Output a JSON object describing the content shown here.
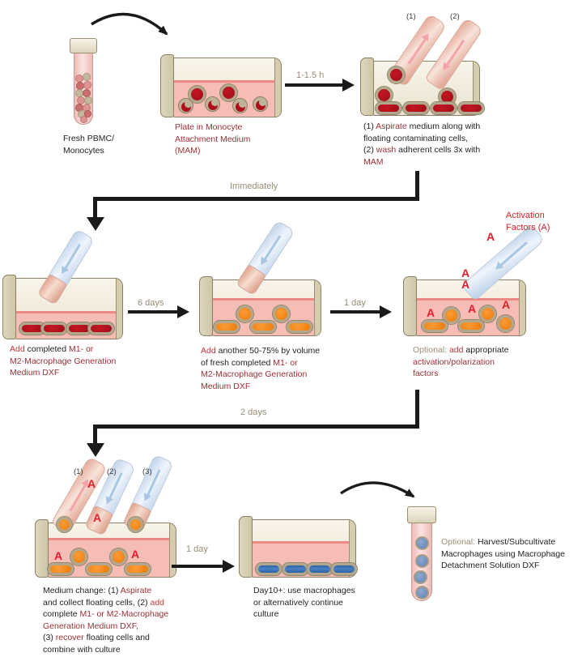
{
  "colors": {
    "maroon_text": "#9c2f35",
    "action_red": "#c5363c",
    "bright_red": "#e31e2b",
    "muted_label": "#9a8d76",
    "body_text": "#231f20",
    "dish_wall": "#d6cdb0",
    "medium_pink": "#f6bcb6",
    "cell_red": "#ae101c",
    "cell_orange": "#ee7c05",
    "cell_blue": "#2d62a6"
  },
  "timers": {
    "attach": "1-1.5 h",
    "immediately": "Immediately",
    "six_days": "6 days",
    "one_day": "1 day",
    "two_days": "2 days",
    "one_day_b": "1 day"
  },
  "tags": {
    "w1": "(1)",
    "w2": "(2)",
    "m1": "(1)",
    "m2": "(2)",
    "m3": "(3)"
  },
  "activation_letter": "A",
  "labels": {
    "fresh_pbmc": {
      "lines": [
        [
          {
            "t": "Fresh PBMC/",
            "c": "k"
          }
        ],
        [
          {
            "t": "Monocytes",
            "c": "k"
          }
        ]
      ]
    },
    "plate_mam": {
      "lines": [
        [
          {
            "t": "Plate in Monocyte",
            "c": "m"
          }
        ],
        [
          {
            "t": "Attachment Medium",
            "c": "m"
          }
        ],
        [
          {
            "t": "(MAM)",
            "c": "m"
          }
        ]
      ]
    },
    "wash_steps": {
      "lines": [
        [
          {
            "t": "(1) ",
            "c": "k"
          },
          {
            "t": "Aspirate",
            "c": "m"
          },
          {
            "t": " medium along with",
            "c": "k"
          }
        ],
        [
          {
            "t": "floating contaminating cells,",
            "c": "k"
          }
        ],
        [
          {
            "t": "(2) ",
            "c": "k"
          },
          {
            "t": "wash",
            "c": "m"
          },
          {
            "t": " adherent cells 3x with",
            "c": "k"
          }
        ],
        [
          {
            "t": "MAM",
            "c": "m"
          }
        ]
      ]
    },
    "add_medium": {
      "lines": [
        [
          {
            "t": "Add",
            "c": "r"
          },
          {
            "t": " completed ",
            "c": "k"
          },
          {
            "t": "M1- or",
            "c": "m"
          }
        ],
        [
          {
            "t": "M2-Macrophage Generation",
            "c": "m"
          }
        ],
        [
          {
            "t": "Medium DXF",
            "c": "m"
          }
        ]
      ]
    },
    "add_more_medium": {
      "lines": [
        [
          {
            "t": "Add",
            "c": "r"
          },
          {
            "t": " another 50-75% by volume",
            "c": "k"
          }
        ],
        [
          {
            "t": "of fresh completed ",
            "c": "k"
          },
          {
            "t": "M1- or",
            "c": "m"
          }
        ],
        [
          {
            "t": "M2-Macrophage Generation",
            "c": "m"
          }
        ],
        [
          {
            "t": "Medium DXF",
            "c": "m"
          }
        ]
      ]
    },
    "optional_activation": {
      "lines": [
        [
          {
            "t": "Optional: ",
            "c": "g"
          },
          {
            "t": "add",
            "c": "r"
          },
          {
            "t": " appropriate",
            "c": "k"
          }
        ],
        [
          {
            "t": "activation/polarization",
            "c": "m"
          }
        ],
        [
          {
            "t": "factors",
            "c": "m"
          }
        ]
      ]
    },
    "activation_factors": {
      "lines": [
        [
          {
            "t": "Activation",
            "c": "b"
          }
        ],
        [
          {
            "t": "Factors (A)",
            "c": "b"
          }
        ]
      ]
    },
    "medium_change": {
      "lines": [
        [
          {
            "t": "Medium change: (1) ",
            "c": "k"
          },
          {
            "t": "Aspirate",
            "c": "m"
          }
        ],
        [
          {
            "t": "and collect floating cells, (2) ",
            "c": "k"
          },
          {
            "t": "add",
            "c": "r"
          }
        ],
        [
          {
            "t": "complete ",
            "c": "k"
          },
          {
            "t": "M1- or M2-Macrophage",
            "c": "m"
          }
        ],
        [
          {
            "t": "Generation Medium DXF,",
            "c": "m"
          }
        ],
        [
          {
            "t": "(3) ",
            "c": "k"
          },
          {
            "t": "recover",
            "c": "m"
          },
          {
            "t": " floating cells and",
            "c": "k"
          }
        ],
        [
          {
            "t": "combine with culture",
            "c": "k"
          }
        ]
      ]
    },
    "day10": {
      "lines": [
        [
          {
            "t": "Day10+: use macrophages",
            "c": "k"
          }
        ],
        [
          {
            "t": "or alternatively continue",
            "c": "k"
          }
        ],
        [
          {
            "t": "culture",
            "c": "k"
          }
        ]
      ]
    },
    "harvest": {
      "lines": [
        [
          {
            "t": "Optional: ",
            "c": "g"
          },
          {
            "t": "Harvest/Subcultivate",
            "c": "k"
          }
        ],
        [
          {
            "t": "Macrophages using Macrophage",
            "c": "k"
          }
        ],
        [
          {
            "t": "Detachment Solution DXF",
            "c": "k"
          }
        ]
      ]
    }
  }
}
